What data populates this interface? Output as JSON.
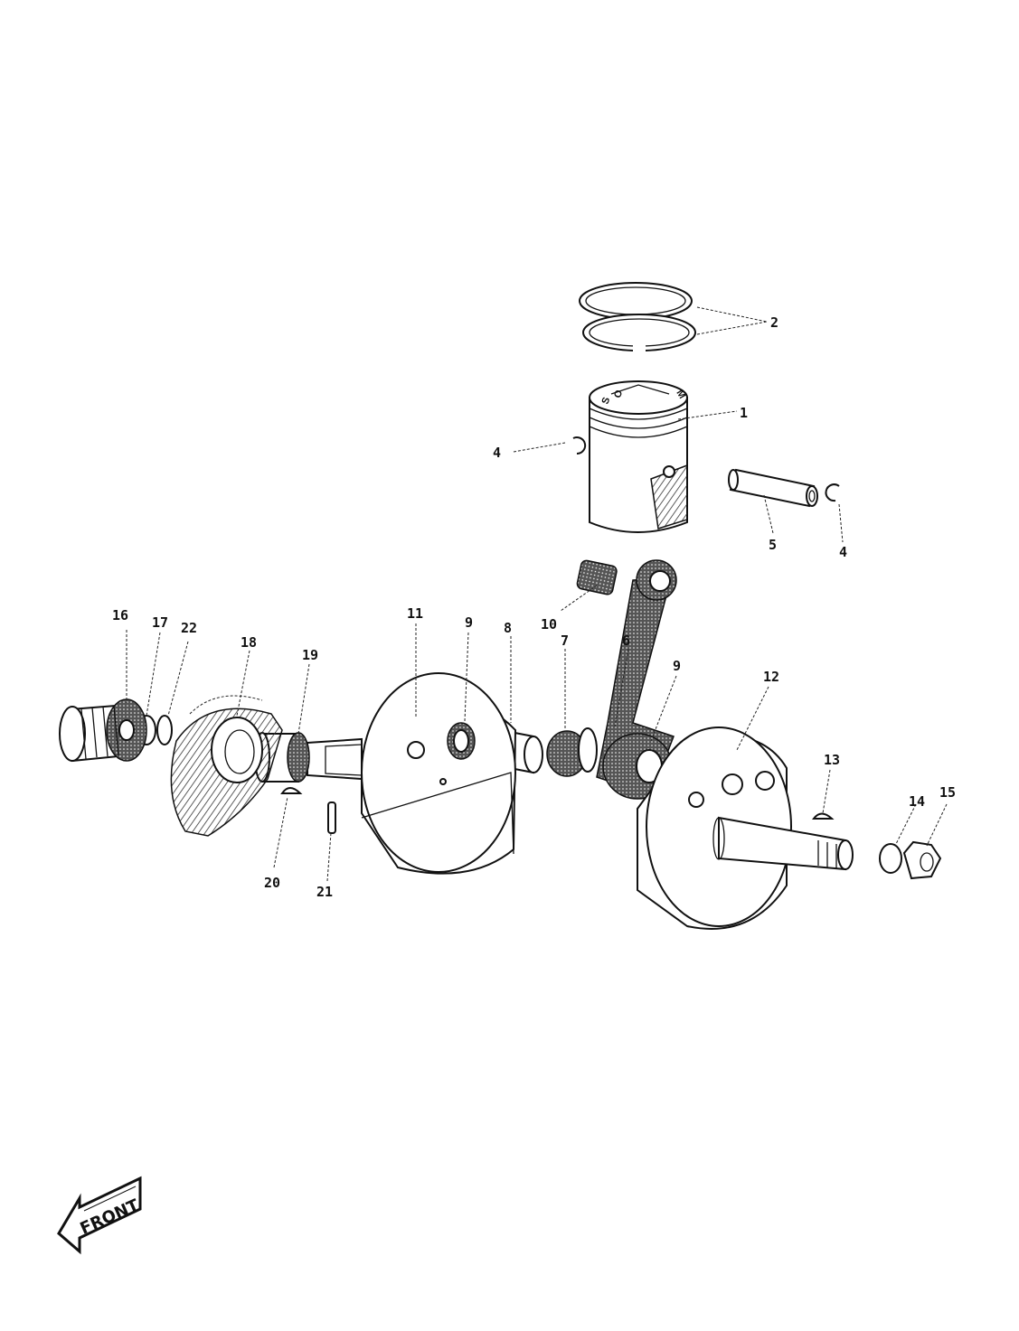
{
  "callouts": {
    "c1": "1",
    "c2": "2",
    "c4a": "4",
    "c4b": "4",
    "c5": "5",
    "c6": "6",
    "c7": "7",
    "c8": "8",
    "c9a": "9",
    "c9b": "9",
    "c10": "10",
    "c11": "11",
    "c12": "12",
    "c13": "13",
    "c14": "14",
    "c15": "15",
    "c16": "16",
    "c17": "17",
    "c18": "18",
    "c19": "19",
    "c20": "20",
    "c21": "21",
    "c22": "22"
  },
  "piston_marks": [
    "S",
    "O",
    "M"
  ],
  "front_label": "FRONT"
}
